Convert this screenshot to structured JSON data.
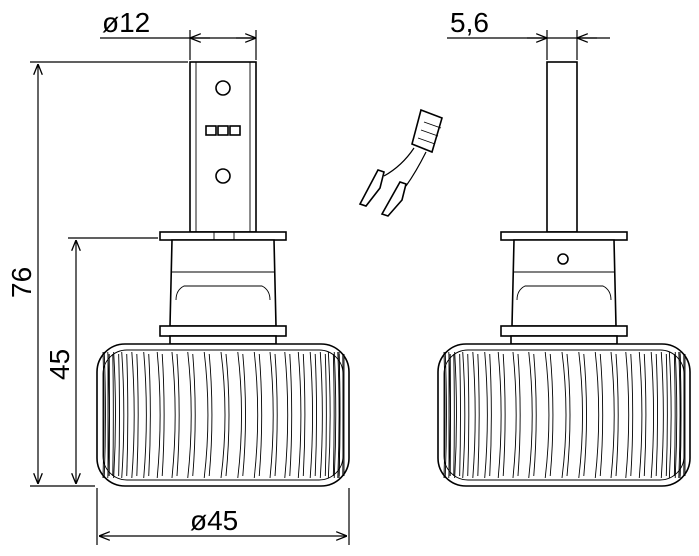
{
  "dimensions": {
    "top_width": "ø12",
    "side_width": "5,6",
    "total_height": "76",
    "base_height": "45",
    "base_diameter": "ø45"
  },
  "colors": {
    "line": "#000000",
    "background": "#ffffff"
  }
}
